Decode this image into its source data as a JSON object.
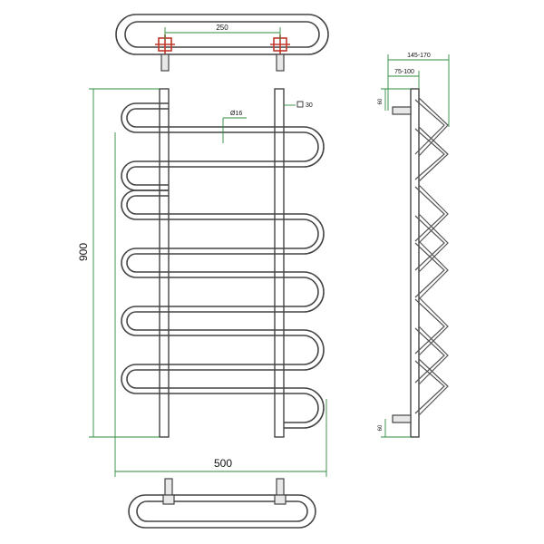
{
  "dimensions": {
    "top_pipe_spacing": "250",
    "height": "900",
    "width": "500",
    "pipe_diameter": "Ø16",
    "post_section": "30",
    "depth_outer": "145-170",
    "depth_inner": "75-100",
    "side_top_offset": "60",
    "side_bottom_offset": "60"
  },
  "colors": {
    "line": "#444444",
    "dimension": "#2e8b3e",
    "valve_accent": "#c0392b"
  }
}
